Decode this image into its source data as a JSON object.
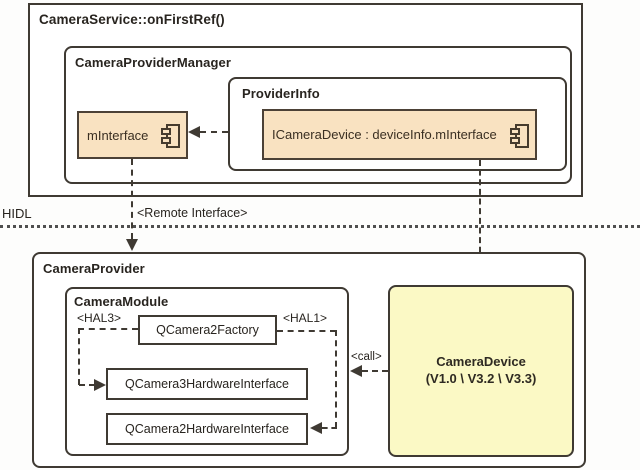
{
  "colors": {
    "line": "#3f3a33",
    "tan": "#f9e2c1",
    "tan_border": "#4c4136",
    "yellow": "#fbf9c5"
  },
  "nodes": {
    "camera_service": {
      "title": "CameraService::onFirstRef()"
    },
    "camera_provider_manager": {
      "title": "CameraProviderManager"
    },
    "provider_info": {
      "title": "ProviderInfo"
    },
    "m_interface": {
      "label": "mInterface"
    },
    "icamera_device": {
      "label": "ICameraDevice : deviceInfo.mInterface"
    },
    "camera_provider": {
      "title": "CameraProvider"
    },
    "camera_module": {
      "title": "CameraModule"
    },
    "qcamera2_factory": {
      "label": "QCamera2Factory"
    },
    "qcamera3_hw": {
      "label": "QCamera3HardwareInterface"
    },
    "qcamera2_hw": {
      "label": "QCamera2HardwareInterface"
    },
    "camera_device": {
      "title": "CameraDevice",
      "subtitle": "(V1.0 \\ V3.2 \\ V3.3)"
    }
  },
  "labels": {
    "hidl": "HIDL",
    "remote_interface": "<Remote Interface>",
    "hal3": "<HAL3>",
    "hal1": "<HAL1>",
    "call": "<call>"
  }
}
